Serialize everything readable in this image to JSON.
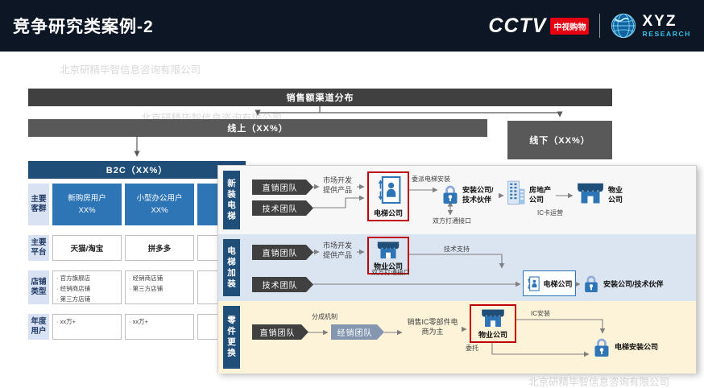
{
  "header": {
    "title": "竞争研究类案例-2",
    "cctv_brand": "CCTV",
    "cctv_sub": "中视购物",
    "xyz_brand": "XYZ",
    "xyz_sub": "RESEARCH"
  },
  "watermark": "北京研精毕智信息咨询有限公司",
  "flow": {
    "root": "销售额渠道分布",
    "online": "线上（XX%）",
    "offline": "线下（XX%）",
    "b2c": "B2C（XX%）"
  },
  "table": {
    "rows": [
      {
        "label": "主要客群",
        "cells": [
          {
            "line1": "新购房用户",
            "line2": "XX%"
          },
          {
            "line1": "小型办公用户",
            "line2": "XX%"
          },
          {
            "line1": "",
            "line2": ""
          }
        ]
      },
      {
        "label": "主要平台",
        "cells": [
          {
            "text": "天猫/淘宝"
          },
          {
            "text": "拼多多"
          },
          {
            "text": ""
          }
        ]
      },
      {
        "label": "店铺类型",
        "cells": [
          {
            "items": [
              "官方旗舰店",
              "经销商店铺",
              "第三方店铺"
            ]
          },
          {
            "items": [
              "经销商店铺",
              "第三方店铺"
            ]
          },
          {
            "items": []
          }
        ]
      },
      {
        "label": "年度用户",
        "cells": [
          {
            "items": [
              "xx万+"
            ]
          },
          {
            "items": [
              "xx万+"
            ]
          },
          {
            "items": []
          }
        ]
      }
    ]
  },
  "panel": {
    "sections": [
      {
        "label": "新装电梯",
        "direct_team": "直销团队",
        "tech_team": "技术团队",
        "market_note": "市场开发提供产品",
        "assign_note": "委派电梯安装",
        "elevator_co": "电梯公司",
        "installer": "安装公司/技术伙伴",
        "realestate_co": "房地产公司",
        "interface_note": "双方打通接口",
        "property_co": "物业公司",
        "ic_note": "IC卡运营"
      },
      {
        "label": "电梯加装",
        "direct_team": "直销团队",
        "tech_team": "技术团队",
        "market_note": "市场开发提供产品",
        "property_co": "物业公司",
        "support_note": "技术支持",
        "interface_note": "双方打通接口",
        "elevator_co": "电梯公司",
        "installer": "安装公司/技术伙伴"
      },
      {
        "label": "零件更换",
        "direct_team": "直销团队",
        "share_note": "分成机制",
        "dealer_team": "经销团队",
        "sales_note": "销售IC零部件电商为主",
        "property_co": "物业公司",
        "ic_note": "IC安装",
        "entrust_note": "委托",
        "installer": "电梯安装公司"
      }
    ]
  },
  "colors": {
    "accent_blue": "#2e75b6",
    "deep_blue": "#1f4e79",
    "highlight_red": "#c00000",
    "dark_gray": "#404040",
    "cctv_red": "#e60012",
    "xyz_cyan": "#35c3e8"
  }
}
